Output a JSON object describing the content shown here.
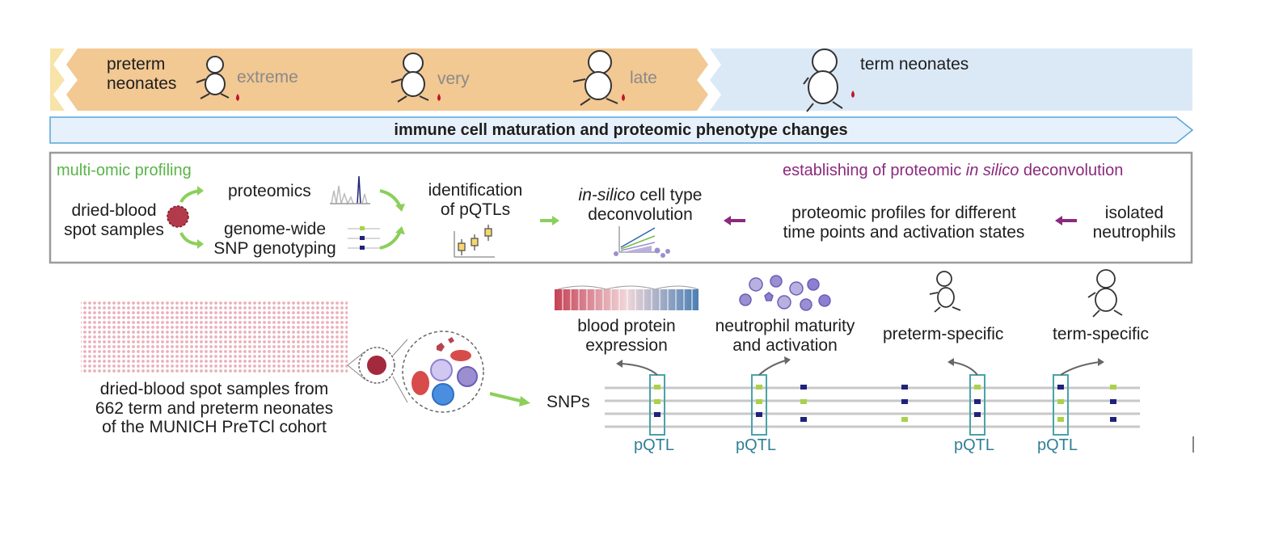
{
  "banner": {
    "preterm_label_line1": "preterm",
    "preterm_label_line2": "neonates",
    "stage_extreme": "extreme",
    "stage_very": "very",
    "stage_late": "late",
    "term_label": "term neonates",
    "arrow_text": "immune cell maturation and proteomic phenotype changes",
    "colors": {
      "preterm": "#f2c893",
      "term": "#dbe9f7",
      "arrow_stroke": "#5aa5db",
      "blood_drop": "#c0152a"
    }
  },
  "workflow": {
    "left_title": "multi-omic profiling",
    "right_title_prefix": "establishing of proteomic ",
    "right_title_italic": "in silico",
    "right_title_suffix": " deconvolution",
    "dbs_line1": "dried-blood",
    "dbs_line2": "spot samples",
    "proteomics": "proteomics",
    "genotyping_line1": "genome-wide",
    "genotyping_line2": "SNP genotyping",
    "pqtl_line1": "identification",
    "pqtl_line2": "of pQTLs",
    "deconv_italic": "in-silico",
    "deconv_line1_suffix": " cell type",
    "deconv_line2": "deconvolution",
    "profiles_line1": "proteomic profiles for different",
    "profiles_line2": "time points and activation states",
    "neutrophils_line1": "isolated",
    "neutrophils_line2": "neutrophils",
    "colors": {
      "green": "#59b548",
      "purple": "#8b2a7e"
    }
  },
  "bottom": {
    "cohort_line1": "dried-blood spot samples from",
    "cohort_line2": "662 term and preterm neonates",
    "cohort_line3": "of the MUNICH PreTCl cohort",
    "snps_label": "SNPs",
    "assoc1_line1": "blood protein",
    "assoc1_line2": "expression",
    "assoc2_line1": "neutrophil maturity",
    "assoc2_line2": "and activation",
    "assoc3": "preterm-specific",
    "assoc4": "term-specific",
    "pqtl_labels": [
      "pQTL",
      "pQTL",
      "pQTL",
      "pQTL"
    ],
    "colors": {
      "teal": "#2f7f95",
      "snp_green": "#a8d24b",
      "snp_navy": "#1f237a"
    }
  }
}
